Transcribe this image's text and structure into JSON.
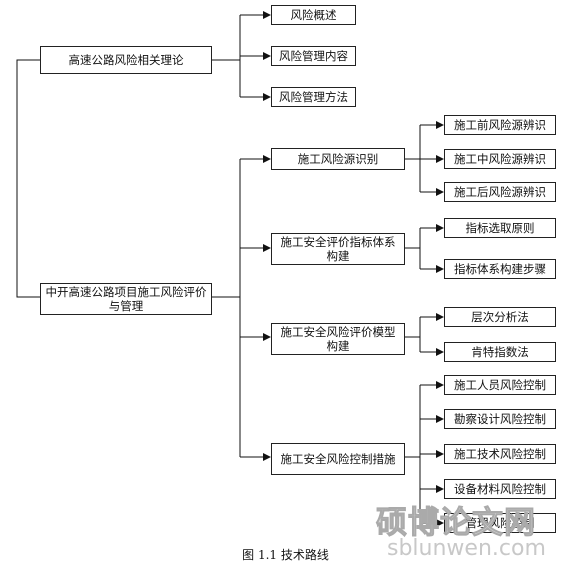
{
  "nodes": {
    "root": "中开高速公路项目施工风险评价与管理",
    "theory": "高速公路风险相关理论",
    "t1": "风险概述",
    "t2": "风险管理内容",
    "t3": "风险管理方法",
    "a": "施工风险源识别",
    "a1": "施工前风险源辨识",
    "a2": "施工中风险源辨识",
    "a3": "施工后风险源辨识",
    "b": "施工安全评价指标体系构建",
    "b1": "指标选取原则",
    "b2": "指标体系构建步骤",
    "c": "施工安全风险评价模型构建",
    "c1": "层次分析法",
    "c2": "肯特指数法",
    "d": "施工安全风险控制措施",
    "d1": "施工人员风险控制",
    "d2": "勘察设计风险控制",
    "d3": "施工技术风险控制",
    "d4": "设备材料风险控制",
    "d5": "管理风险控制"
  },
  "caption": "图 1.1 技术路线",
  "watermark": {
    "brand": "硕博论文网",
    "url": "sblunwen.com"
  }
}
